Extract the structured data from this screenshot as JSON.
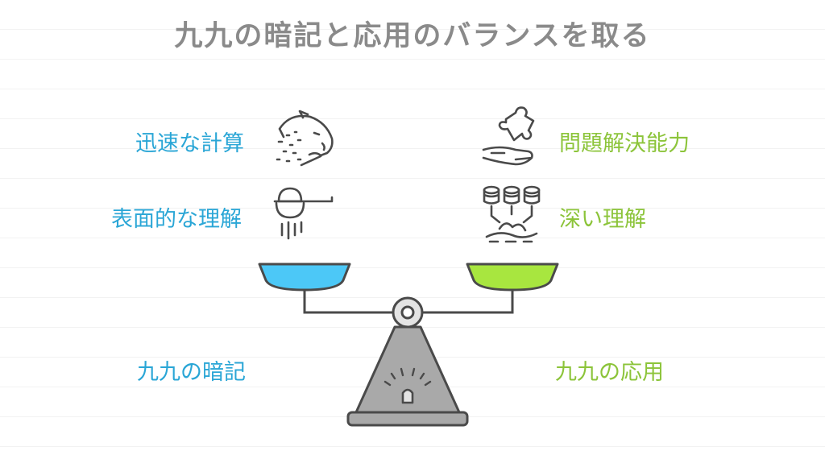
{
  "title": "九九の暗記と応用のバランスを取る",
  "left": {
    "items": [
      "迅速な計算",
      "表面的な理解"
    ],
    "base_label": "九九の暗記",
    "color": "#2aa6d6",
    "pan_color": "#4cc8f7"
  },
  "right": {
    "items": [
      "問題解決能力",
      "深い理解"
    ],
    "base_label": "九九の応用",
    "color": "#8cc43a",
    "pan_color": "#a8e63f"
  },
  "icons": {
    "left_item_0": "cheetah-icon",
    "left_item_1": "sieve-icon",
    "right_item_0": "puzzle-hand-icon",
    "right_item_1": "gears-digging-icon"
  }
}
